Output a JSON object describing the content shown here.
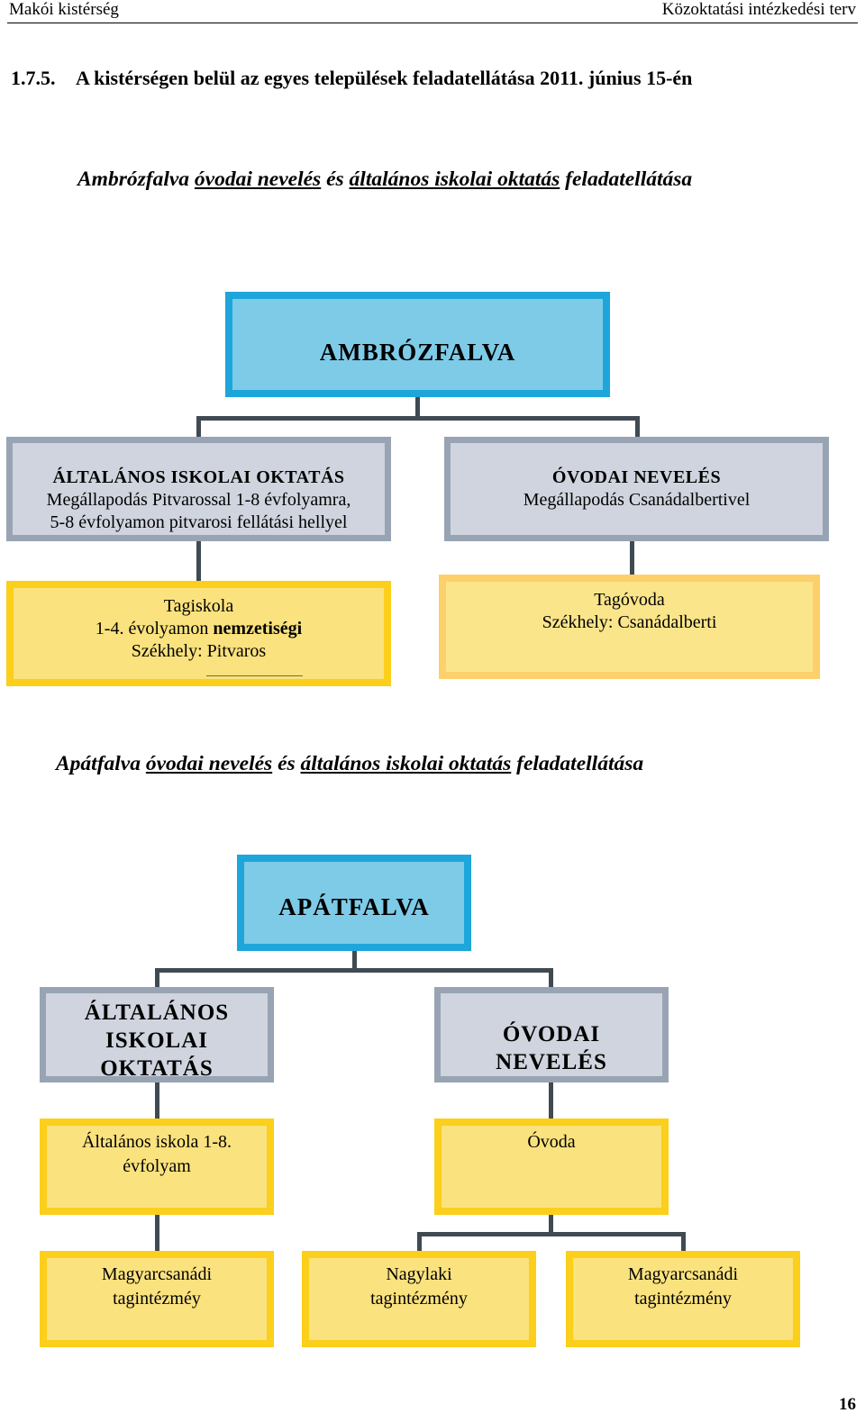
{
  "header": {
    "left": "Makói kistérség",
    "right": "Közoktatási intézkedési terv"
  },
  "section": {
    "number": "1.7.5.",
    "title": "A kistérségen belül az egyes települések feladatellátása 2011. június 15-én"
  },
  "chart1": {
    "subtitle": {
      "p1": "Ambrózfalva ",
      "p2": "óvodai nevelés",
      "p3": " és ",
      "p4": "általános iskolai oktatás",
      "p5": " feladatellátása"
    },
    "root": "AMBRÓZFALVA",
    "school": {
      "heading": "ÁLTALÁNOS ISKOLAI OKTATÁS",
      "line1": "Megállapodás Pitvarossal 1-8 évfolyamra,",
      "line2": "5-8 évfolyamon pitvarosi fellátási hellyel"
    },
    "kinder": {
      "heading": "ÓVODAI NEVELÉS",
      "line1": "Megállapodás Csanádalbertivel"
    },
    "school_unit": {
      "line1": "Tagiskola",
      "line2a": "1-4. évolyamon ",
      "line2b": "nemzetiségi",
      "line3": "Székhely: Pitvaros"
    },
    "kinder_unit": {
      "line1": "Tagóvoda",
      "line2": "Székhely: Csanádalberti"
    }
  },
  "chart2": {
    "subtitle": {
      "p1": "Apátfalva ",
      "p2": "óvodai nevelés",
      "p3": " és ",
      "p4": "általános iskolai oktatás",
      "p5": " feladatellátása"
    },
    "root": "APÁTFALVA",
    "school": {
      "line1": "ÁLTALÁNOS",
      "line2": "ISKOLAI",
      "line3": "OKTATÁS"
    },
    "kinder": {
      "line1": "ÓVODAI",
      "line2": "NEVELÉS"
    },
    "school_unit": {
      "line1": "Általános iskola 1-8.",
      "line2": "évfolyam"
    },
    "kinder_unit": {
      "line1": "Óvoda"
    },
    "branches": [
      {
        "line1": "Magyarcsanádi",
        "line2": "tagintézméy"
      },
      {
        "line1": "Nagylaki",
        "line2": "tagintézmény"
      },
      {
        "line1": "Magyarcsanádi",
        "line2": "tagintézmény"
      }
    ]
  },
  "page_number": "16"
}
